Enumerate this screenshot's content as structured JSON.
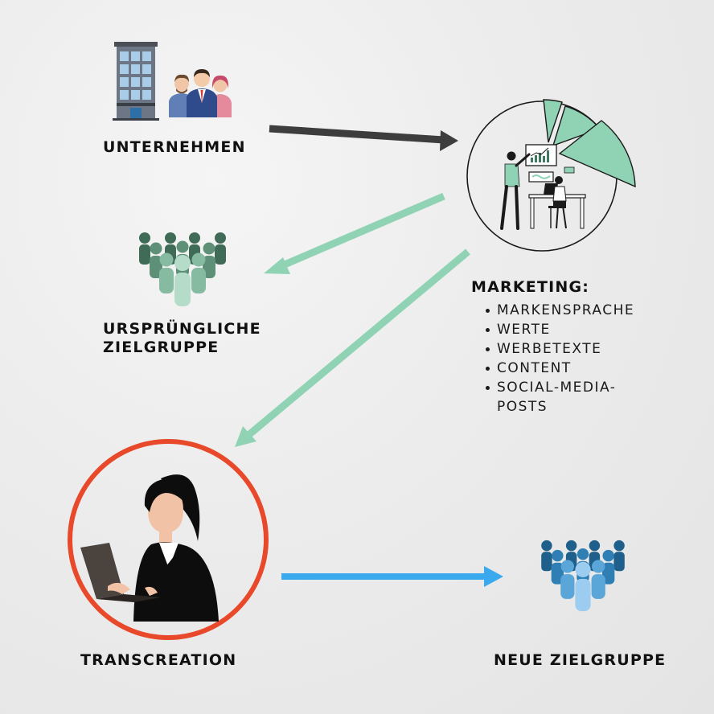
{
  "nodes": {
    "company": {
      "label": "UNTERNEHMEN"
    },
    "original_audience": {
      "label_line1": "URSPRÜNGLICHE",
      "label_line2": "ZIELGRUPPE"
    },
    "marketing": {
      "heading": "MARKETING:",
      "items": [
        "MARKENSPRACHE",
        "WERTE",
        "WERBETEXTE",
        "CONTENT",
        "SOCIAL-MEDIA-",
        "POSTS"
      ]
    },
    "transcreation": {
      "label": "TRANSCREATION"
    },
    "new_audience": {
      "label": "NEUE ZIELGRUPPE"
    }
  },
  "colors": {
    "arrow_dark": "#3d3d3d",
    "arrow_green": "#8fd3b4",
    "arrow_blue": "#3aa9ee",
    "ring_red": "#e8492b",
    "chart_green": "#8fd3b4",
    "people_green": [
      "#3f6b57",
      "#5e8f77",
      "#86bba2",
      "#b5dcc9"
    ],
    "people_blue": [
      "#1f5f8b",
      "#2f7fb4",
      "#5aa6d8",
      "#9ccdf0"
    ]
  },
  "icons": {
    "company": [
      "building-icon",
      "business-team-icon"
    ],
    "marketing": "marketing-team-chart-icon",
    "transcreation": "woman-laptop-icon",
    "audiences": "people-crowd-icon"
  }
}
